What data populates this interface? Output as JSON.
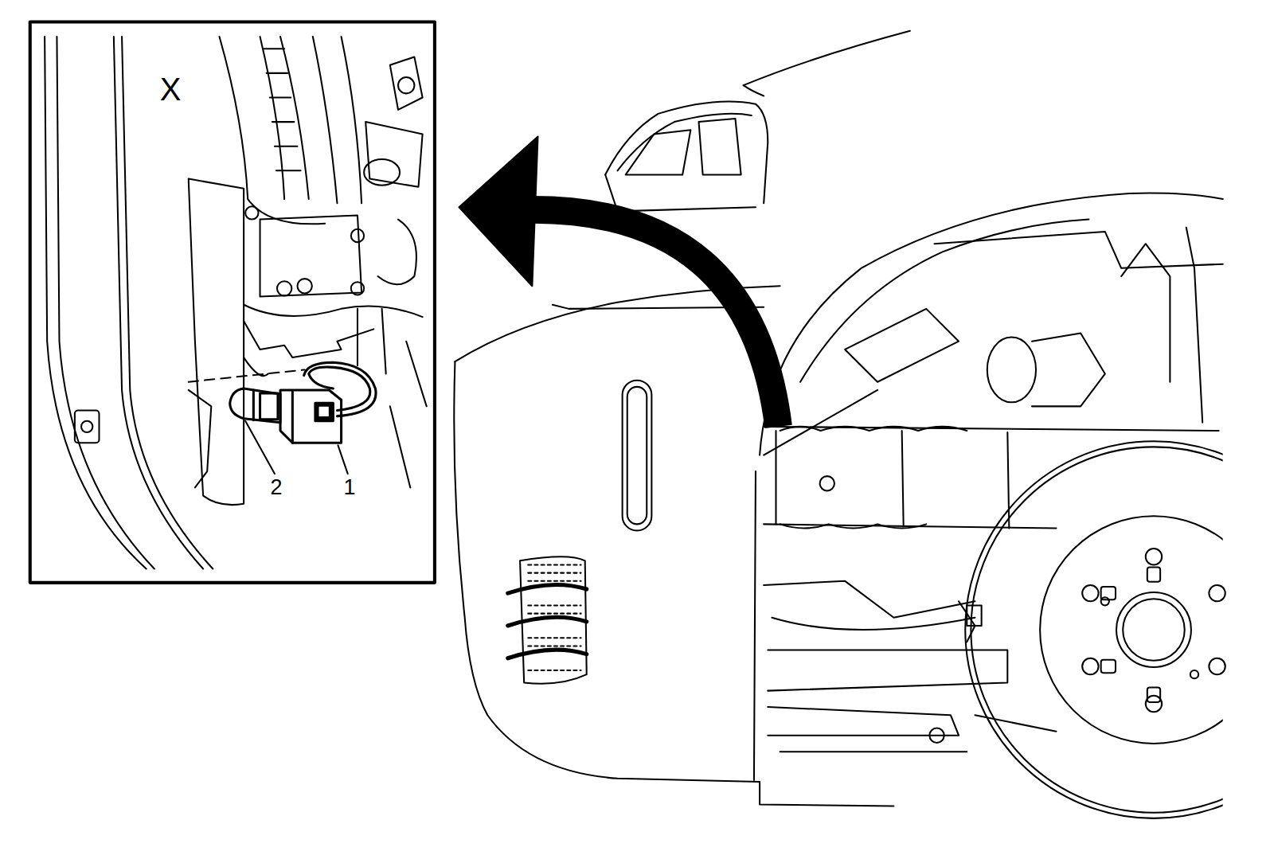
{
  "diagram": {
    "labels": [
      "X",
      "2",
      "1"
    ]
  }
}
